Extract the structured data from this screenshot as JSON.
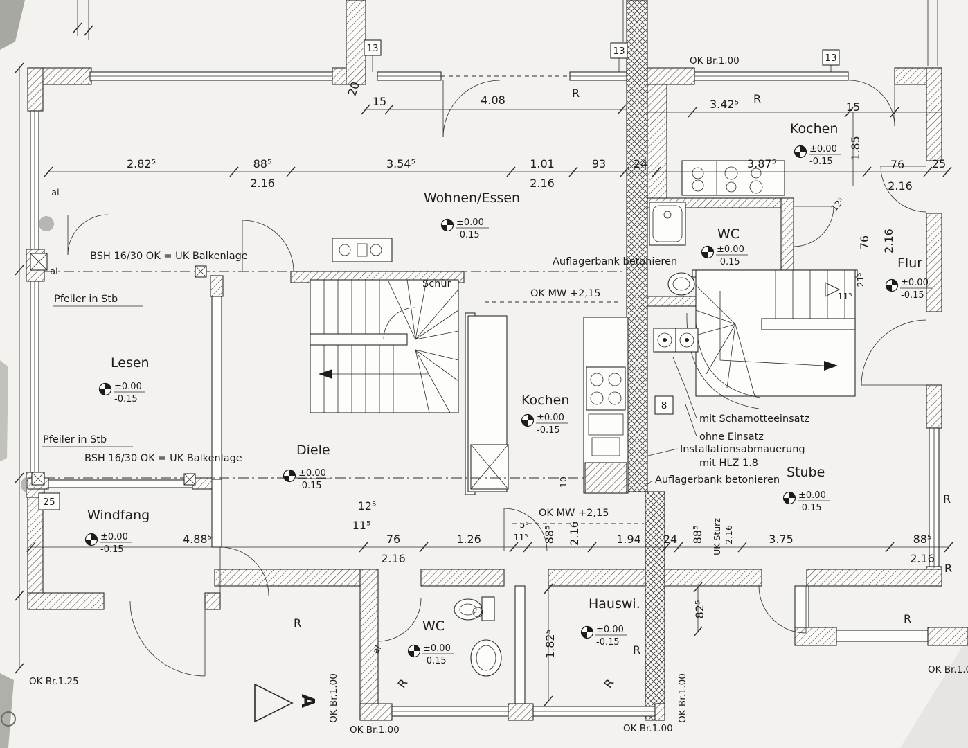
{
  "rooms": {
    "wohnen_essen": {
      "name": "Wohnen/Essen"
    },
    "kochen_top": {
      "name": "Kochen"
    },
    "wc_mid": {
      "name": "WC"
    },
    "flur": {
      "name": "Flur"
    },
    "lesen": {
      "name": "Lesen"
    },
    "diele": {
      "name": "Diele"
    },
    "kochen_mid": {
      "name": "Kochen"
    },
    "stube": {
      "name": "Stube"
    },
    "windfang": {
      "name": "Windfang"
    },
    "wc_bottom": {
      "name": "WC"
    },
    "hauswirtschaft": {
      "name": "Hauswi."
    }
  },
  "bench": {
    "plus": "±0.00",
    "minus": "-0.15"
  },
  "notes": {
    "balkenlage": "BSH 16/30 OK = UK Balkenlage",
    "pfeiler": "Pfeiler in Stb",
    "auflagerbank": "Auflagerbank betonieren",
    "ok_mw": "OK MW +2,15",
    "schamotte": "mit Schamotteeinsatz",
    "ohne_einsatz": "ohne Einsatz",
    "installation": "Installationsabmauerung",
    "hlz": "mit HLZ 1.8",
    "schuer": "Schür"
  },
  "edge": {
    "ok_br_100": "OK Br.1.00",
    "ok_br_125": "OK Br.1.25",
    "ok_br_10": "OK Br.1.0"
  },
  "marks": {
    "r": "R",
    "al": "al",
    "box13": "13",
    "box25": "25",
    "box8": "8",
    "section_a": "A"
  },
  "dims": {
    "top": {
      "d1": "2.82⁵",
      "d2": "88⁵",
      "d3": "3.54⁵",
      "d4": "1.01",
      "d5": "93",
      "d6": "24",
      "d7": "3.87⁵",
      "d8": "76",
      "d9": "25",
      "h1": "2.16",
      "h2": "2.16",
      "h3": "2.16"
    },
    "upper": {
      "d1": "20",
      "d2": "15",
      "d3": "4.08",
      "d4": "3.42⁵",
      "d5": "15"
    },
    "right": {
      "d1": "1.85",
      "d2": "12⁵",
      "d3": "76",
      "d4": "2.16",
      "d5": "21⁵",
      "d6": "11⁵"
    },
    "mid": {
      "d1": "12⁵",
      "d2": "11⁵",
      "d3": "10",
      "d4": "5⁵"
    },
    "bottom": {
      "d1": "4.88⁵",
      "d2": "76",
      "h1": "2.16",
      "d3": "1.26",
      "d4": "11⁵",
      "d5": "88⁵",
      "h2": "2.16",
      "d6": "1.94",
      "d7": "24",
      "d8": "88⁵",
      "uk": "UK Sturz",
      "uk_h": "2.16",
      "d9": "3.75",
      "d10": "88⁵",
      "h3": "2.16",
      "d11": "82⁵",
      "d12": "1.82⁵"
    }
  }
}
